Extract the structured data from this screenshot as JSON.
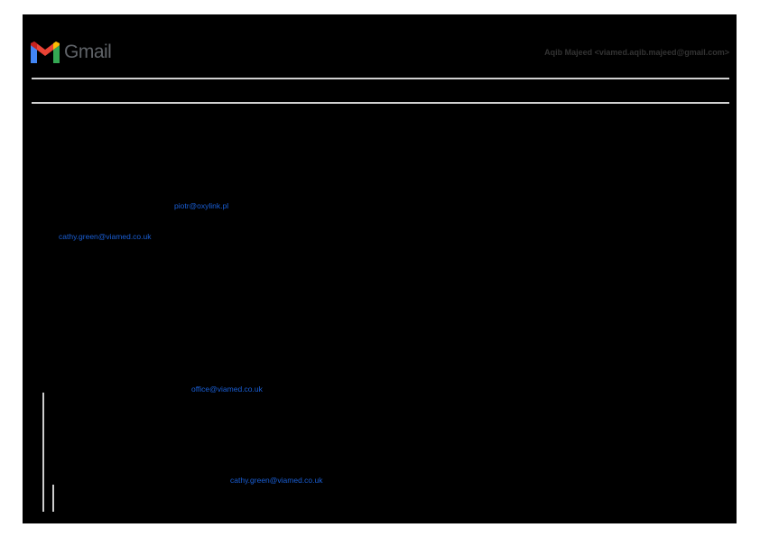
{
  "header": {
    "logo_text": "Gmail",
    "account": "Aqib Majeed <viamed.aqib.majeed@gmail.com>"
  },
  "thread": {
    "links": [
      "piotr@oxylink.pl",
      "cathy.green@viamed.co.uk",
      "office@viamed.co.uk",
      "cathy.green@viamed.co.uk"
    ]
  },
  "colors": {
    "link": "#1a5fd6",
    "background": "#000000"
  }
}
